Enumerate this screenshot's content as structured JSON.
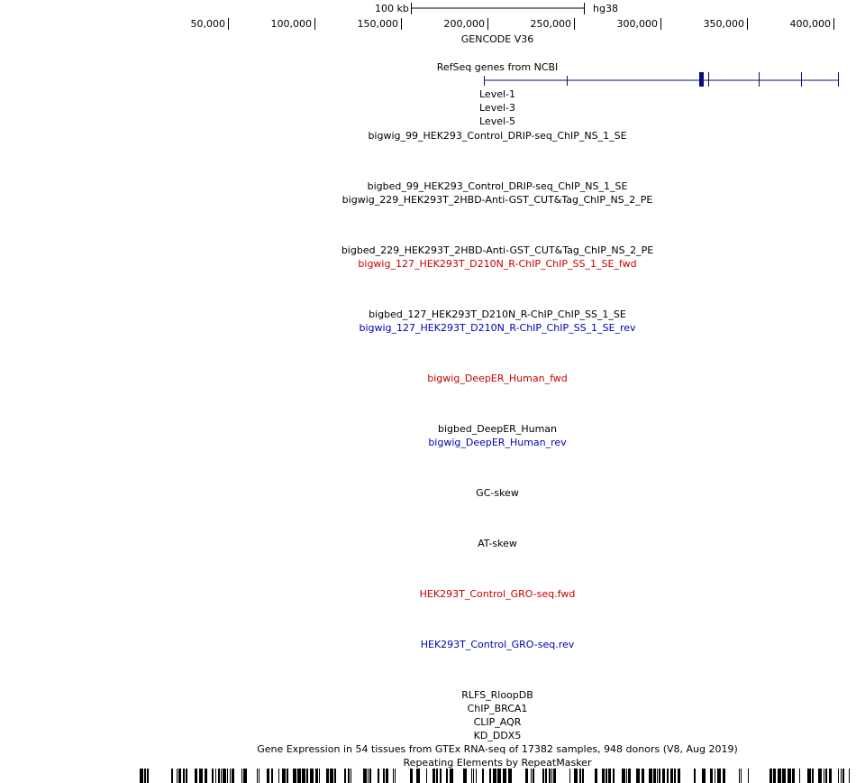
{
  "scale": {
    "label": "100 kb",
    "assembly": "hg38"
  },
  "ruler": {
    "ticks": [
      "50,000",
      "100,000",
      "150,000",
      "200,000",
      "250,000",
      "300,000",
      "350,000",
      "400,000"
    ]
  },
  "tracks": [
    {
      "label": "GENCODE V36",
      "color": "black"
    },
    {
      "label": "RefSeq genes from NCBI",
      "color": "black"
    },
    {
      "label": "Level-1",
      "color": "black"
    },
    {
      "label": "Level-3",
      "color": "black"
    },
    {
      "label": "Level-5",
      "color": "black"
    },
    {
      "label": "bigwig_99_HEK293_Control_DRIP-seq_ChIP_NS_1_SE",
      "color": "black"
    },
    {
      "label": "bigbed_99_HEK293_Control_DRIP-seq_ChIP_NS_1_SE",
      "color": "black"
    },
    {
      "label": "bigwig_229_HEK293T_2HBD-Anti-GST_CUT&Tag_ChIP_NS_2_PE",
      "color": "black"
    },
    {
      "label": "bigbed_229_HEK293T_2HBD-Anti-GST_CUT&Tag_ChIP_NS_2_PE",
      "color": "black"
    },
    {
      "label": "bigwig_127_HEK293T_D210N_R-ChIP_ChIP_SS_1_SE_fwd",
      "color": "red"
    },
    {
      "label": "bigbed_127_HEK293T_D210N_R-ChIP_ChIP_SS_1_SE",
      "color": "black"
    },
    {
      "label": "bigwig_127_HEK293T_D210N_R-ChIP_ChIP_SS_1_SE_rev",
      "color": "blue"
    },
    {
      "label": "bigwig_DeepER_Human_fwd",
      "color": "red"
    },
    {
      "label": "bigbed_DeepER_Human",
      "color": "black"
    },
    {
      "label": "bigwig_DeepER_Human_rev",
      "color": "blue"
    },
    {
      "label": "GC-skew",
      "color": "black"
    },
    {
      "label": "AT-skew",
      "color": "black"
    },
    {
      "label": "HEK293T_Control_GRO-seq.fwd",
      "color": "red"
    },
    {
      "label": "HEK293T_Control_GRO-seq.rev",
      "color": "blue"
    },
    {
      "label": "RLFS_RloopDB",
      "color": "black"
    },
    {
      "label": "ChIP_BRCA1",
      "color": "black"
    },
    {
      "label": "CLIP_AQR",
      "color": "black"
    },
    {
      "label": "KD_DDX5",
      "color": "black"
    },
    {
      "label": "Gene Expression in 54 tissues from GTEx RNA-seq of 17382 samples, 948 donors (V8, Aug 2019)",
      "color": "black"
    },
    {
      "label": "Repeating Elements by RepeatMasker",
      "color": "black"
    }
  ],
  "colors": {
    "gene": "#0c0c78",
    "red": "#c80000",
    "blue": "#0000b4"
  }
}
